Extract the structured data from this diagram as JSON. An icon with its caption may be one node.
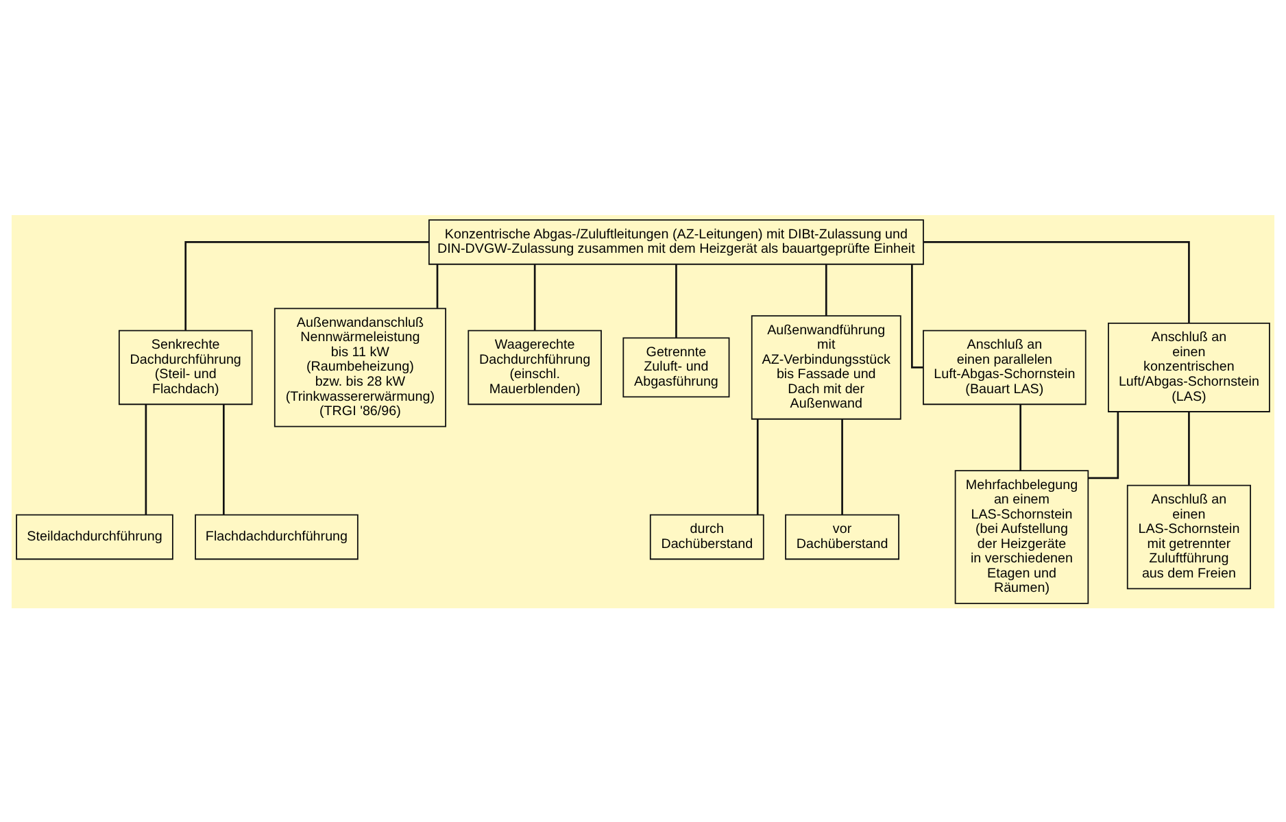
{
  "diagram": {
    "nodes": [
      {
        "text": [
          "Konzentrische Abgas-/Zuluftleitungen (AZ-Leitungen) mit DIBt-Zulassung und DIN-DVGW-Zulassung zusammen mit dem Heizgerät als bauartgeprüfte Einheit"
        ]
      },
      {
        "text": [
          "Senkrechte Dachdurchführung (Steil- und Flachdach)"
        ]
      },
      {
        "text": [
          "Außenwandanschluß Nennwärmeleistung bis 11 kW (Raumbeheizung) bzw. bis 28 kW (Trinkwassererwärmung) (TRGI '86/96)"
        ]
      },
      {
        "text": [
          "Waagerechte Dachdurchführung (einschl. Mauerblenden)"
        ]
      },
      {
        "text": [
          "Getrennte Zuluft- und Abgasführung"
        ]
      },
      {
        "text": [
          "Außenwandführung mit AZ-Verbindungsstück bis Fassade und Dach mit der Außenwand"
        ]
      },
      {
        "text": [
          "Anschluß an einen parallelen Luft-Abgas-Schornstein (Bauart LAS)"
        ]
      },
      {
        "text": [
          "Anschluß an einen konzentrischen Luft/Abgas-Schornstein (LAS)"
        ]
      },
      {
        "text": [
          "Steildachdurchführung"
        ]
      },
      {
        "text": [
          "Flachdachdurchführung"
        ]
      },
      {
        "text": [
          "durch Dachüberstand"
        ]
      },
      {
        "text": [
          "vor Dachüberstand"
        ]
      },
      {
        "text": [
          "Mehrfachbelegung an einem LAS-Schornstein (bei Aufstellung der Heizgeräte in verschiedenen Etagen und Räumen)"
        ]
      },
      {
        "text": [
          "Anschluß an einen LAS-Schornstein mit getrennter Zuluftführung aus dem Freien"
        ]
      }
    ],
    "edges": [
      {
        "from": 0,
        "to": 1,
        "arrow": "none"
      },
      {
        "from": 0,
        "to": 2,
        "arrow": "none"
      },
      {
        "from": 0,
        "to": 3,
        "arrow": "none"
      },
      {
        "from": 0,
        "to": 4,
        "arrow": "none"
      },
      {
        "from": 0,
        "to": 5,
        "arrow": "none"
      },
      {
        "from": 0,
        "to": 6,
        "arrow": "none"
      },
      {
        "from": 0,
        "to": 7,
        "arrow": "none"
      },
      {
        "from": 1,
        "to": 8,
        "arrow": "none"
      },
      {
        "from": 1,
        "to": 9,
        "arrow": "none"
      },
      {
        "from": 5,
        "to": 10,
        "arrow": "none"
      },
      {
        "from": 5,
        "to": 11,
        "arrow": "none"
      },
      {
        "from": 6,
        "to": 12,
        "arrow": "none"
      },
      {
        "from": 7,
        "to": 12,
        "arrow": "none"
      },
      {
        "from": 7,
        "to": 13,
        "arrow": "none"
      }
    ]
  }
}
